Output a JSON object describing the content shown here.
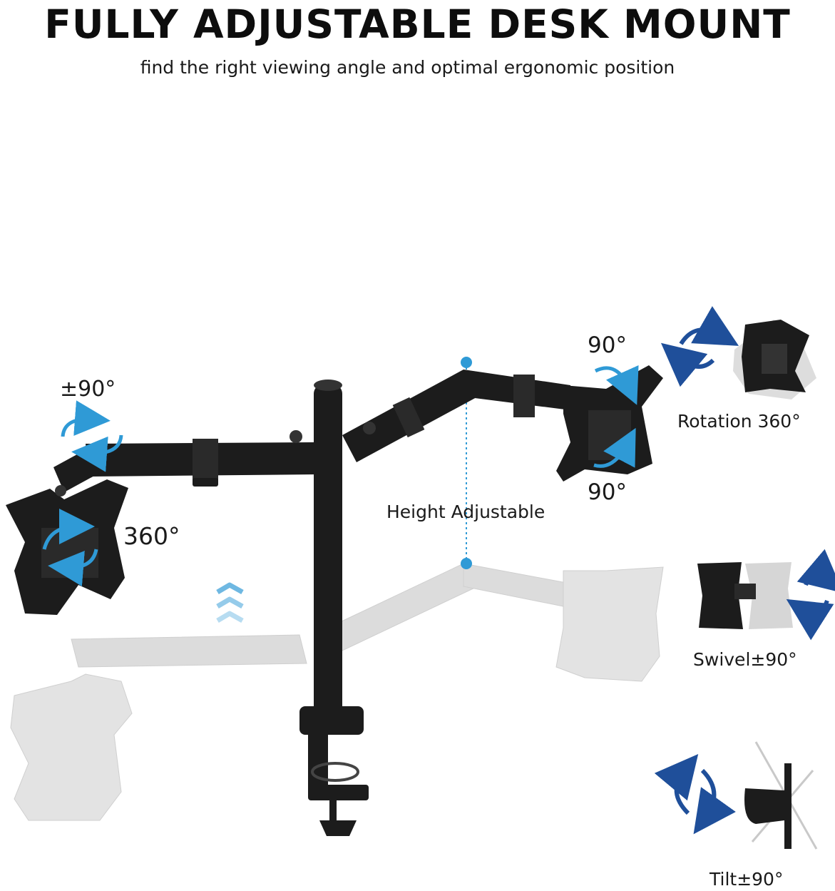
{
  "heading": {
    "title": "FULLY ADJUSTABLE DESK MOUNT",
    "subtitle": "find the right viewing angle and optimal ergonomic position"
  },
  "labels": {
    "left_tilt": "±90°",
    "left_rotation": "360°",
    "right_top": "90°",
    "right_bottom": "90°",
    "height": "Height Adjustable"
  },
  "features": {
    "rotation": "Rotation 360°",
    "swivel": "Swivel±90°",
    "tilt": "Tilt±90°"
  },
  "colors": {
    "arm": "#1c1c1c",
    "ghost": "#d9d9d9",
    "accent_arrow": "#2f9ad6",
    "feature_arrow": "#1f4f9a"
  }
}
